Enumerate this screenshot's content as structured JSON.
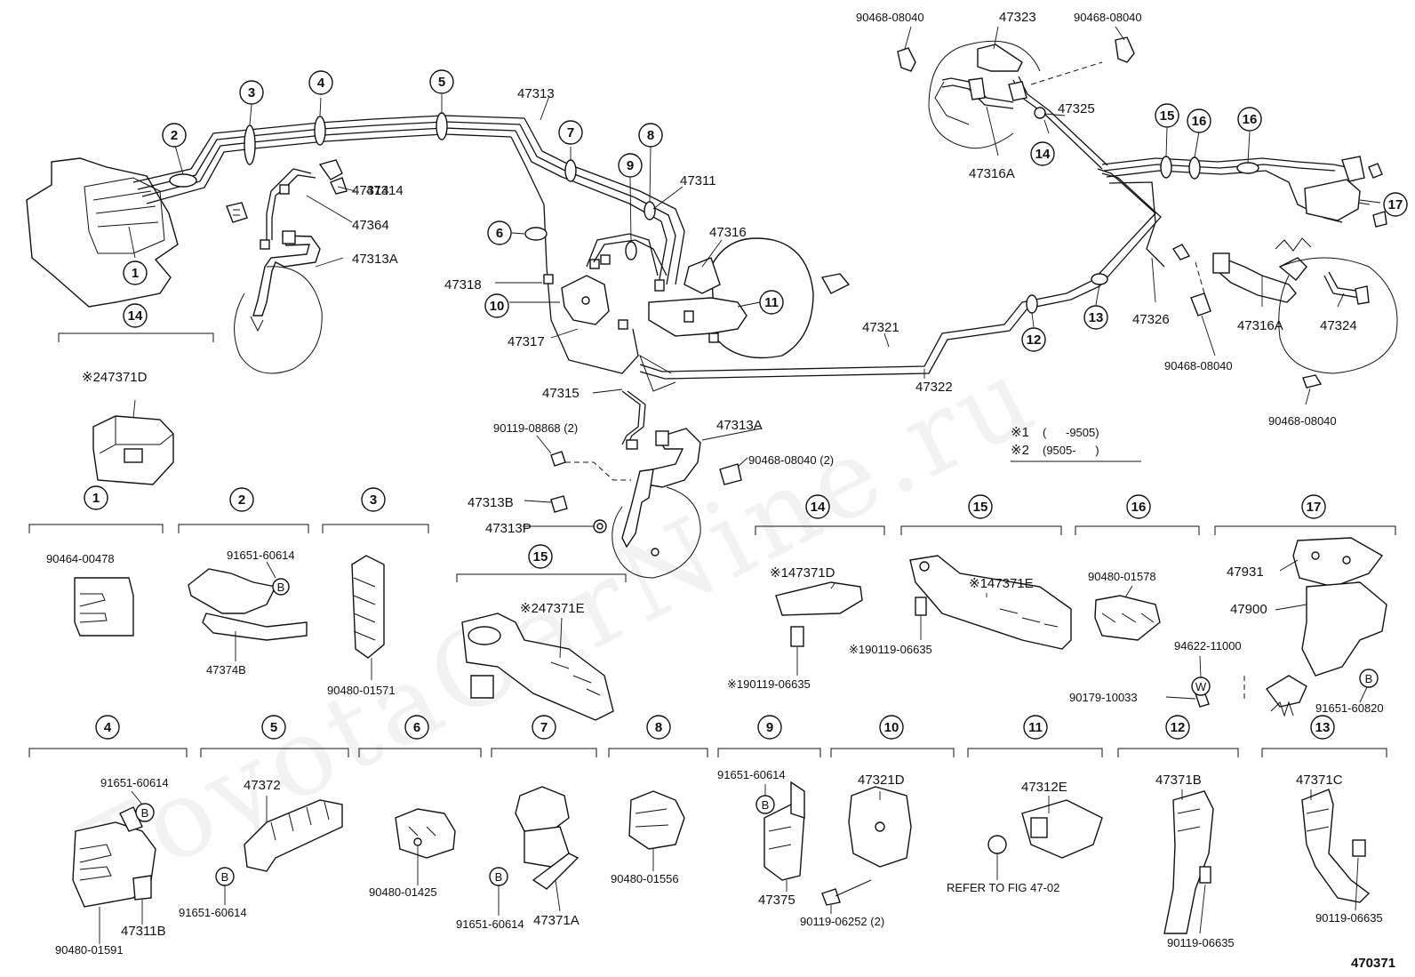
{
  "watermark": "ToyotaCarNine.ru",
  "figure_id": "470371",
  "legend": {
    "note1_mark": "※1",
    "note1_range": "(      -9505)",
    "note2_mark": "※2",
    "note2_range": "(9505-      )"
  },
  "callouts": [
    "1",
    "2",
    "3",
    "4",
    "5",
    "6",
    "7",
    "8",
    "9",
    "10",
    "11",
    "12",
    "13",
    "14",
    "15",
    "16",
    "17"
  ],
  "top_labels": {
    "p47313": "47313",
    "p47311": "47311",
    "p47314": "47314",
    "p47364": "47364",
    "p47313A_left": "47313A",
    "p47316": "47316",
    "p47318": "47318",
    "p47317": "47317",
    "p47315": "47315",
    "p47321": "47321",
    "p47322": "47322",
    "p47313A_mid": "47313A",
    "p90119_08868": "90119-08868 (2)",
    "p90468_mid": "90468-08040 (2)",
    "p47313B": "47313B",
    "p47313P": "47313P",
    "p90468_tl": "90468-08040",
    "p47323": "47323",
    "p90468_tr": "90468-08040",
    "p47325": "47325",
    "p47316A_top": "47316A",
    "p47326": "47326",
    "p47316A_right": "47316A",
    "p47324": "47324",
    "p90468_br1": "90468-08040",
    "p90468_br2": "90468-08040"
  },
  "details": {
    "d14_top_part": "※247371D",
    "d1_part": "90464-00478",
    "d2_bolt": "91651-60614",
    "d2_part": "47374B",
    "d3_part": "90480-01571",
    "d15_left_part": "※247371E",
    "d14_part": "※147371D",
    "d14_bolt": "※190119-06635",
    "d15_part": "※147371E",
    "d15_bolt": "※190119-06635",
    "d16_part": "90480-01578",
    "d17_p1": "47931",
    "d17_p2": "47900",
    "d17_p3": "94622-11000",
    "d17_p4": "90179-10033",
    "d17_p5": "91651-60820",
    "d4_bolt": "91651-60614",
    "d4_part": "47311B",
    "d4_clip": "90480-01591",
    "d5_part": "47372",
    "d5_bolt": "91651-60614",
    "d6_part": "90480-01425",
    "d7_part": "47371A",
    "d7_bolt": "91651-60614",
    "d8_part": "90480-01556",
    "d9_bolt": "91651-60614",
    "d9_part": "47375",
    "d10_part": "47321D",
    "d10_bolt": "90119-06252 (2)",
    "d11_part": "47312E",
    "d11_ref": "REFER TO FIG 47-02",
    "d12_part": "47371B",
    "d12_bolt": "90119-06635",
    "d13_part": "47371C",
    "d13_bolt": "90119-06635"
  },
  "badges": {
    "b": "B",
    "w": "W"
  }
}
